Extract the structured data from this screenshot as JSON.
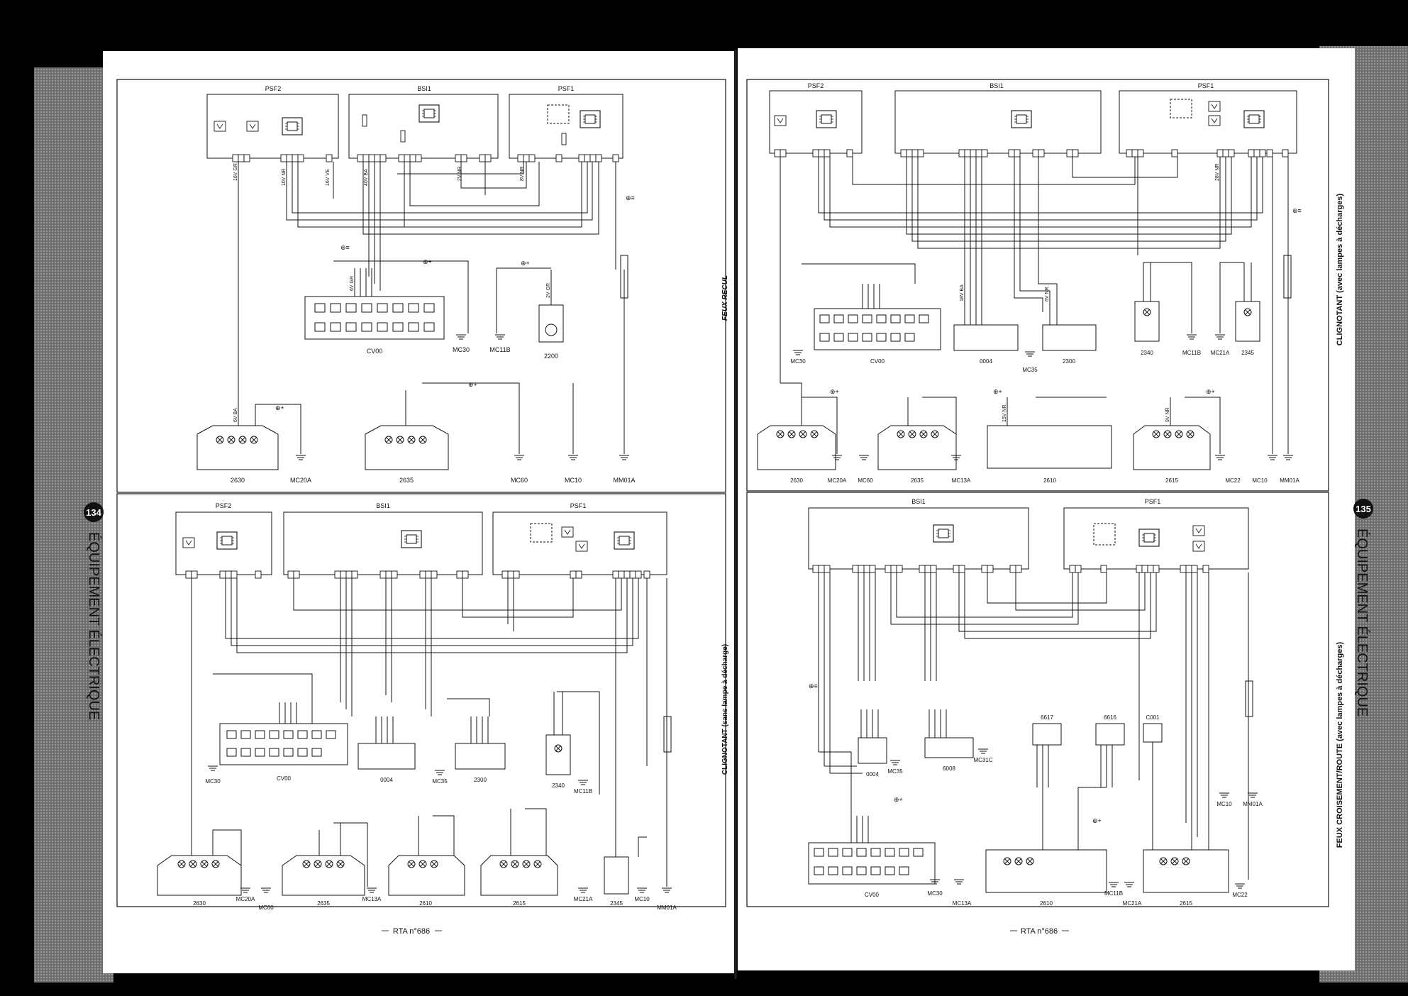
{
  "left_page": {
    "page_number": "134",
    "section_title": "ÉQUIPEMENT ÉLECTRIQUE",
    "footer": "RTA n°686",
    "top_diagram_title": "FEUX RECUL",
    "bottom_diagram_title": "CLIGNOTANT (sans lampe à décharge)",
    "top": {
      "modules": [
        "PSF2",
        "BSI1",
        "PSF1"
      ],
      "components": [
        "CV00",
        "2200",
        "2630",
        "2635"
      ],
      "grounds": [
        "MC30",
        "MC11B",
        "MC20A",
        "MC60",
        "MC10",
        "MM01A"
      ]
    },
    "bottom": {
      "modules": [
        "PSF2",
        "BSI1",
        "PSF1"
      ],
      "components": [
        "CV00",
        "0004",
        "2300",
        "2340",
        "2630",
        "2635",
        "2610",
        "2615",
        "2345"
      ],
      "grounds": [
        "MC30",
        "MC35",
        "MC11B",
        "MC20A",
        "MC60",
        "MC13A",
        "MC21A",
        "MC10",
        "MM01A"
      ]
    }
  },
  "right_page": {
    "page_number": "135",
    "section_title": "ÉQUIPEMENT ÉLECTRIQUE",
    "footer": "RTA n°686",
    "top_diagram_title": "CLIGNOTANT (avec lampes à décharges)",
    "bottom_diagram_title": "FEUX CROISEMENT/ROUTE (avec lampes à décharges)",
    "top": {
      "modules": [
        "PSF2",
        "BSI1",
        "PSF1"
      ],
      "components": [
        "CV00",
        "0004",
        "2300",
        "2340",
        "2345",
        "2630",
        "2635",
        "2610",
        "2615"
      ],
      "grounds": [
        "MC30",
        "MC35",
        "MC11B",
        "MC21A",
        "MC20A",
        "MC60",
        "MC13A",
        "MC22",
        "MC10",
        "MM01A"
      ]
    },
    "bottom": {
      "modules": [
        "BSI1",
        "PSF1"
      ],
      "components": [
        "0004",
        "6008",
        "6617",
        "6616",
        "C001",
        "CV00",
        "2610",
        "2615"
      ],
      "grounds": [
        "MC35",
        "MC31C",
        "MC30",
        "MC13A",
        "MC11B",
        "MC21A",
        "MC22",
        "MC10",
        "MM01A"
      ]
    }
  },
  "wire_labels": [
    "16V GR",
    "10V NR",
    "40V BA",
    "2V NR",
    "8V NR",
    "2V GR",
    "6V GR",
    "6V BA",
    "9V NR",
    "28V NR",
    "15V NR",
    "18V BA",
    "6V NR",
    "16V VE"
  ],
  "symbols": {
    "positive": "⊕+",
    "earth": "⊕≡"
  }
}
